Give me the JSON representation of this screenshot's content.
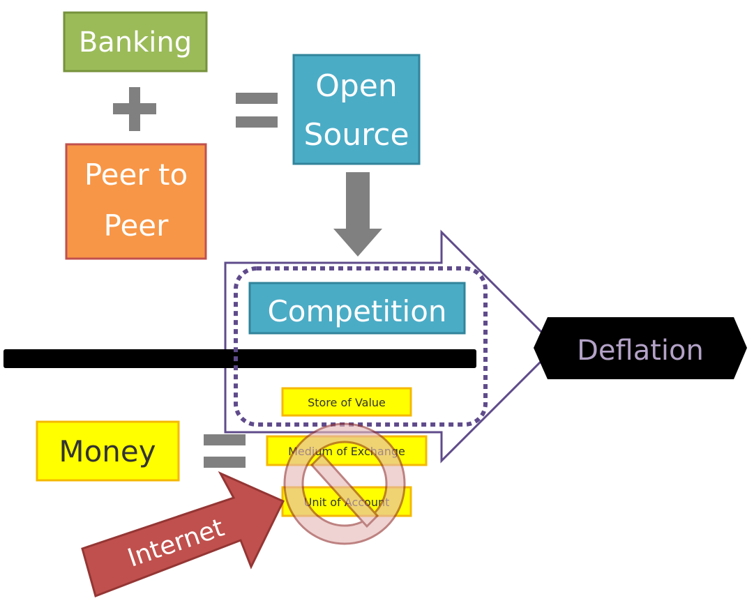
{
  "boxes": {
    "banking": "Banking",
    "peer_to_peer_line1": "Peer to",
    "peer_to_peer_line2": "Peer",
    "open_source_line1": "Open",
    "open_source_line2": "Source",
    "competition": "Competition",
    "deflation": "Deflation",
    "money": "Money"
  },
  "money_functions": {
    "store_of_value": "Store of Value",
    "medium_of_exchange": "Medium of Exchange",
    "unit_of_account": "Unit of Account"
  },
  "arrows": {
    "internet": "Internet"
  },
  "colors": {
    "banking_fill": "#9bbb59",
    "banking_border": "#76923c",
    "peer_fill": "#f79646",
    "peer_border": "#c0504d",
    "open_fill": "#4bacc6",
    "open_border": "#31849b",
    "money_fill": "#ffff00",
    "money_border": "#f5b800",
    "operator_gray": "#808080",
    "frame_purple": "#5f4b8b",
    "deflation_fill": "#000000",
    "deflation_text": "#b3a2c7",
    "internet_fill": "#c0504d",
    "internet_border": "#943634",
    "no_sign_fill": "#e6b9b8",
    "no_sign_border": "#953735"
  }
}
